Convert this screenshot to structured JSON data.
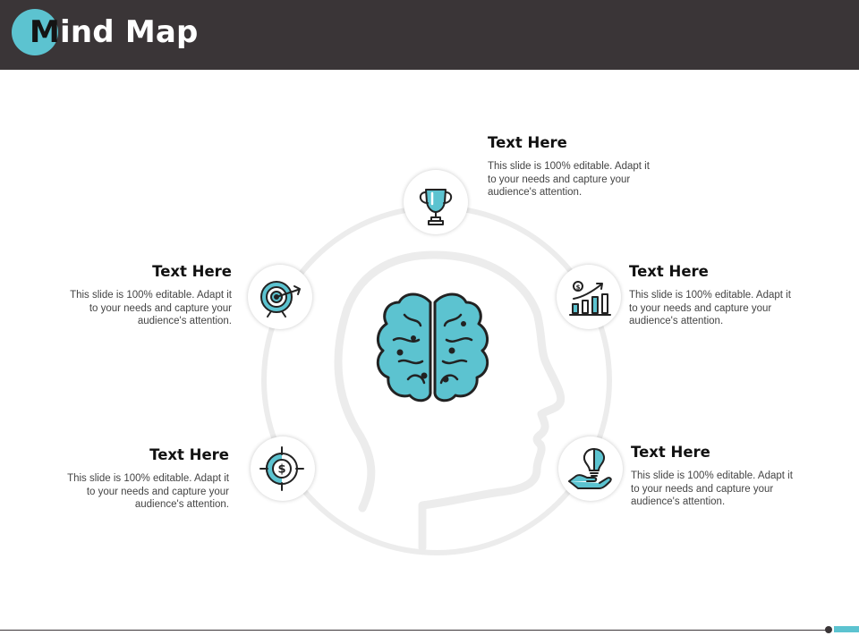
{
  "page": {
    "title_first_letter": "M",
    "title_rest": "ind Map"
  },
  "colors": {
    "accent": "#5cc3d0",
    "header_bg": "#3a3537",
    "outline": "#222222",
    "ring": "#ececec"
  },
  "center": {
    "icon": "brain-icon"
  },
  "nodes": [
    {
      "id": "top",
      "icon": "trophy-icon",
      "heading": "Text Here",
      "body": "This slide is 100% editable. Adapt it to your needs and capture your audience's attention."
    },
    {
      "id": "upper-left",
      "icon": "target-icon",
      "heading": "Text Here",
      "body": "This slide is 100% editable. Adapt it to your needs and capture your audience's attention."
    },
    {
      "id": "upper-right",
      "icon": "growth-chart-icon",
      "heading": "Text Here",
      "body": "This slide is 100% editable. Adapt it to your needs and capture your audience's attention."
    },
    {
      "id": "lower-left",
      "icon": "dollar-target-icon",
      "heading": "Text Here",
      "body": "This slide is 100% editable. Adapt it to your needs and capture your audience's attention."
    },
    {
      "id": "lower-right",
      "icon": "lightbulb-hand-icon",
      "heading": "Text Here",
      "body": "This slide is 100% editable. Adapt it to your needs and capture your audience's attention."
    }
  ]
}
